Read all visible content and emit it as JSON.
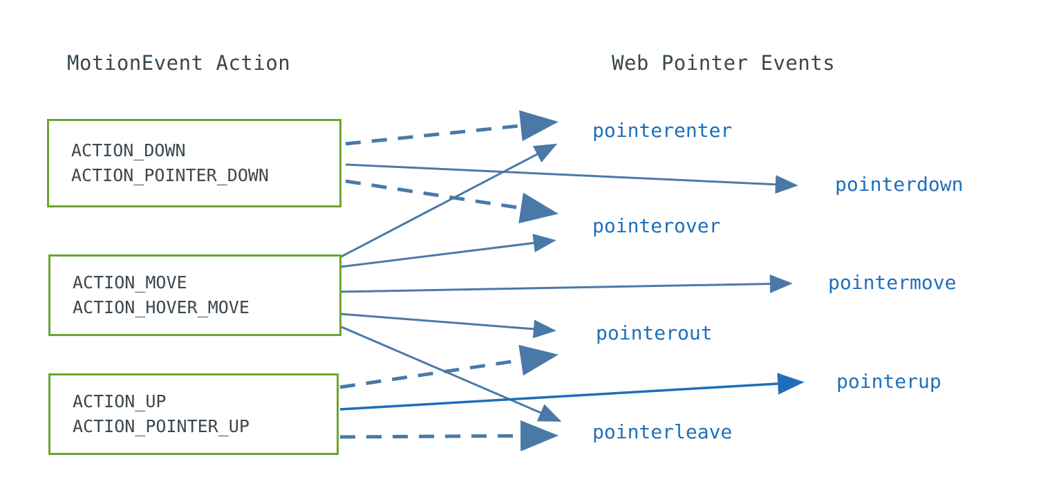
{
  "diagram": {
    "title_left": "MotionEvent Action",
    "title_right": "Web Pointer Events",
    "colors": {
      "box_border": "#6aa530",
      "box_text": "#3c474e",
      "heading_text": "#37474f",
      "event_label": "#1f6fb8",
      "wire_muted": "#4a79a8",
      "wire_bright": "#1f6fb8",
      "background": "#ffffff"
    },
    "source_boxes": [
      {
        "id": "box-down",
        "lines": [
          "ACTION_DOWN",
          "ACTION_POINTER_DOWN"
        ]
      },
      {
        "id": "box-move",
        "lines": [
          "ACTION_MOVE",
          "ACTION_HOVER_MOVE"
        ]
      },
      {
        "id": "box-up",
        "lines": [
          "ACTION_UP",
          "ACTION_POINTER_UP"
        ]
      }
    ],
    "event_labels": [
      {
        "id": "lbl-pointerenter",
        "text": "pointerenter"
      },
      {
        "id": "lbl-pointerdown",
        "text": "pointerdown"
      },
      {
        "id": "lbl-pointerover",
        "text": "pointerover"
      },
      {
        "id": "lbl-pointermove",
        "text": "pointermove"
      },
      {
        "id": "lbl-pointerout",
        "text": "pointerout"
      },
      {
        "id": "lbl-pointerup",
        "text": "pointerup"
      },
      {
        "id": "lbl-pointerleave",
        "text": "pointerleave"
      }
    ],
    "connections": [
      {
        "from": "ACTION_DOWN / ACTION_POINTER_DOWN",
        "to": "pointerenter",
        "style": "dashed"
      },
      {
        "from": "ACTION_DOWN / ACTION_POINTER_DOWN",
        "to": "pointerdown",
        "style": "solid"
      },
      {
        "from": "ACTION_DOWN / ACTION_POINTER_DOWN",
        "to": "pointerover",
        "style": "dashed"
      },
      {
        "from": "ACTION_MOVE / ACTION_HOVER_MOVE",
        "to": "pointerenter",
        "style": "solid"
      },
      {
        "from": "ACTION_MOVE / ACTION_HOVER_MOVE",
        "to": "pointerover",
        "style": "solid"
      },
      {
        "from": "ACTION_MOVE / ACTION_HOVER_MOVE",
        "to": "pointermove",
        "style": "solid"
      },
      {
        "from": "ACTION_MOVE / ACTION_HOVER_MOVE",
        "to": "pointerout",
        "style": "solid"
      },
      {
        "from": "ACTION_MOVE / ACTION_HOVER_MOVE",
        "to": "pointerleave",
        "style": "solid"
      },
      {
        "from": "ACTION_UP / ACTION_POINTER_UP",
        "to": "pointerout",
        "style": "dashed"
      },
      {
        "from": "ACTION_UP / ACTION_POINTER_UP",
        "to": "pointerup",
        "style": "solid"
      },
      {
        "from": "ACTION_UP / ACTION_POINTER_UP",
        "to": "pointerleave",
        "style": "dashed"
      }
    ]
  }
}
